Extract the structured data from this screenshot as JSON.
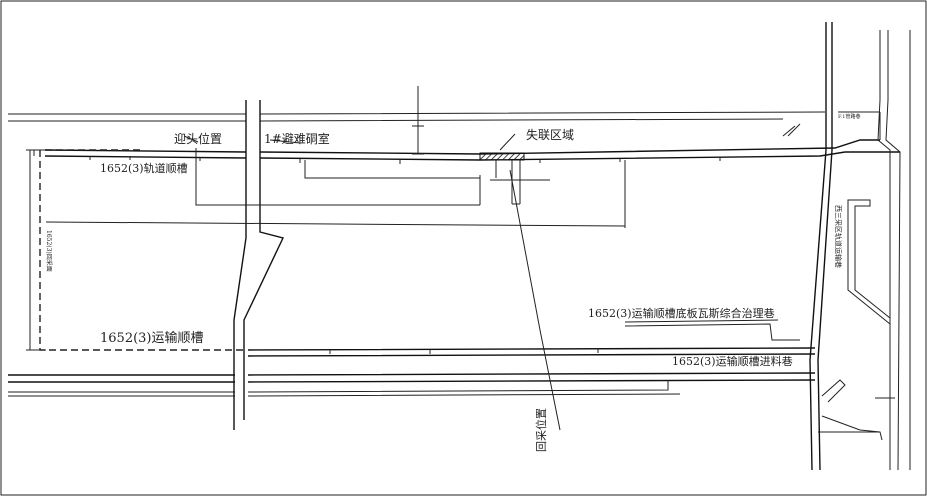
{
  "labels": {
    "head_position": "迎头位置",
    "refuge_chamber": "1#避难硐室",
    "disconnected_area": "失联区域",
    "track_gateway": "1652(3)轨道顺槽",
    "transport_gateway": "1652(3)运输顺槽",
    "gas_control_lane": "1652(3)运输顺槽底板瓦斯综合治理巷",
    "feed_lane": "1652(3)运输顺槽进料巷",
    "mining_position": "回采位置",
    "face_length_tag": "1652(3)回采面",
    "vertical_roadway_tag": "西三采区轨道运输巷",
    "corner_tag": "F.1管路巷"
  },
  "colors": {
    "line": "#222222",
    "background": "#ffffff",
    "hatch": "#111111"
  }
}
